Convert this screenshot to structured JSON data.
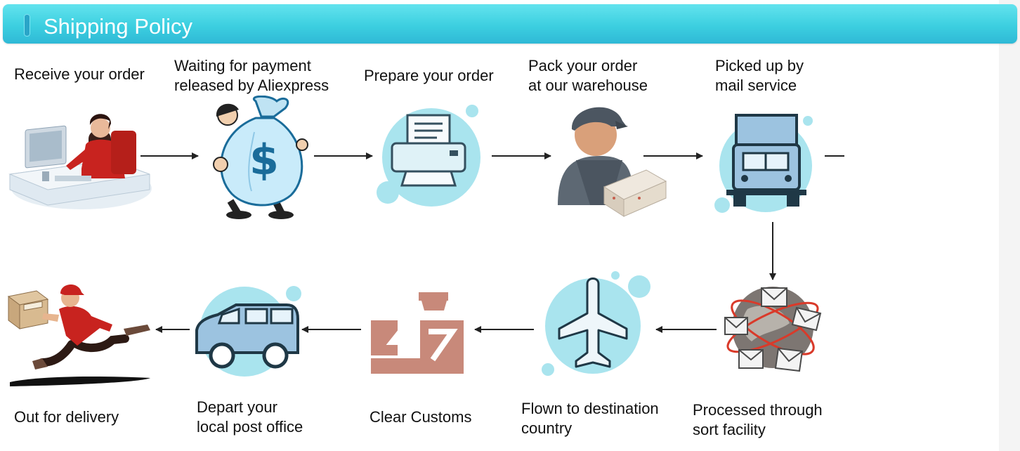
{
  "header": {
    "title": "Shipping Policy"
  },
  "steps": [
    {
      "label": "Receive your order"
    },
    {
      "label": "Waiting for payment\nreleased by Aliexpress"
    },
    {
      "label": "Prepare your order"
    },
    {
      "label": "Pack your order\nat our warehouse"
    },
    {
      "label": "Picked up by\nmail service"
    },
    {
      "label": "Processed through\nsort facility"
    },
    {
      "label": "Flown to destination\ncountry"
    },
    {
      "label": "Clear Customs"
    },
    {
      "label": "Depart your\nlocal post office"
    },
    {
      "label": "Out for delivery"
    }
  ],
  "icons": {
    "step1": "computer-operator-icon",
    "step2": "money-bag-icon",
    "step3": "printer-icon",
    "step4": "warehouse-worker-icon",
    "step5": "truck-icon",
    "step6": "globe-mail-icon",
    "step7": "airplane-icon",
    "step8": "customs-officer-icon",
    "step9": "van-icon",
    "step10": "delivery-man-icon"
  },
  "colors": {
    "header": "#3ccfe0",
    "bubble": "#a9e4ee",
    "customs": "#c8897a",
    "van": "#9cc3e0"
  }
}
